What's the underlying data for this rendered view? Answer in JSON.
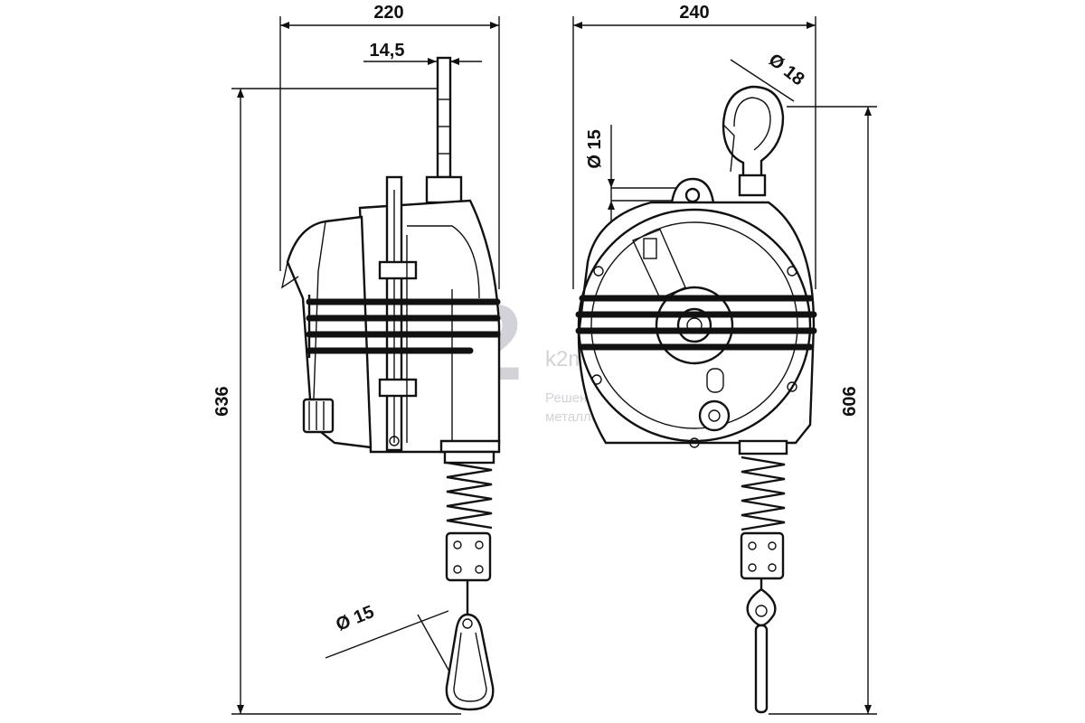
{
  "dimensions": {
    "side_width": "220",
    "cable_offset": "14,5",
    "side_height": "636",
    "side_hook_dia": "Ø 15",
    "front_width": "240",
    "front_hook_dia": "Ø 18",
    "front_eye_dia": "Ø 15",
    "front_height": "606"
  },
  "watermark": {
    "logo": "K2",
    "site": "k2mach.ru",
    "tagline_1": "Решения для",
    "tagline_2": "металлообработки"
  },
  "colors": {
    "line": "#111111",
    "watermark": "#c9ccd2"
  }
}
